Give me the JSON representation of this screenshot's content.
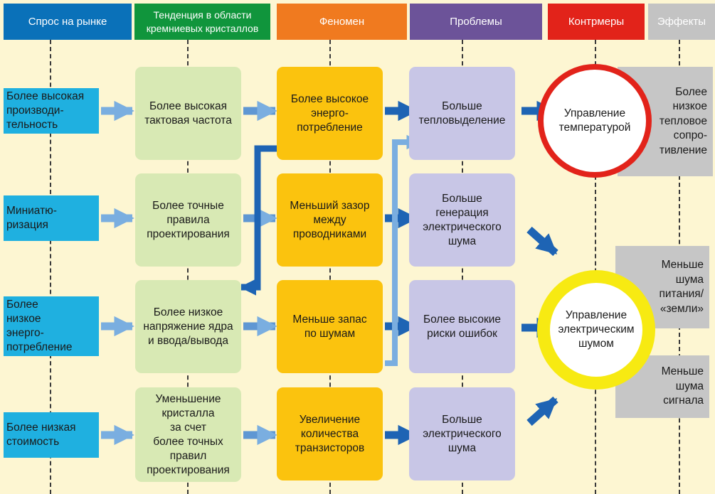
{
  "headers": [
    {
      "label": "Спрос на рынке",
      "color": "#0a71b9"
    },
    {
      "label": "Тенденция в области\nкремниевых кристаллов",
      "color": "#10953c"
    },
    {
      "label": "Феномен",
      "color": "#f07a1f"
    },
    {
      "label": "Проблемы",
      "color": "#6c5399"
    },
    {
      "label": "Контрмеры",
      "color": "#e2231a"
    },
    {
      "label": "Эффекты",
      "color": "#c3c3c3"
    }
  ],
  "demand": [
    "Более высокая\nпроизводи-\nтельность",
    "Миниатю-\nризация",
    "Более\nнизкое\nэнерго-\nпотребление",
    "Более низкая\nстоимость"
  ],
  "trends": [
    "Более высокая\nтактовая частота",
    "Более точные\nправила\nпроектирования",
    "Более низкое\nнапряжение ядра\nи ввода/вывода",
    "Уменьшение\nкристалла\nза счет\nболее точных\nправил\nпроектирования"
  ],
  "phenomena": [
    "Более высокое\nэнерго-\nпотребление",
    "Меньший зазор\nмежду\nпроводниками",
    "Меньше запас\nпо шумам",
    "Увеличение\nколичества\nтранзисторов"
  ],
  "problems": [
    "Больше\nтепловыделение",
    "Больше\nгенерация\nэлектрического\nшума",
    "Более высокие\nриски ошибок",
    "Больше\nэлектрического\nшума"
  ],
  "countermeasures": [
    {
      "label": "Управление\nтемпературой",
      "ring_color": "#e2231a"
    },
    {
      "label": "Управление\nэлектрическим\nшумом",
      "ring_color": "#f7ea12"
    }
  ],
  "effects": [
    "Более\nнизкое\nтепловое\nсопро-\nтивление",
    "Меньше\nшума\nпитания/\n«земли»",
    "Меньше\nшума\nсигнала"
  ],
  "colors": {
    "arrow_light": "#7aaee0",
    "arrow_dark": "#1e64b4",
    "background": "#fdf6d2"
  }
}
